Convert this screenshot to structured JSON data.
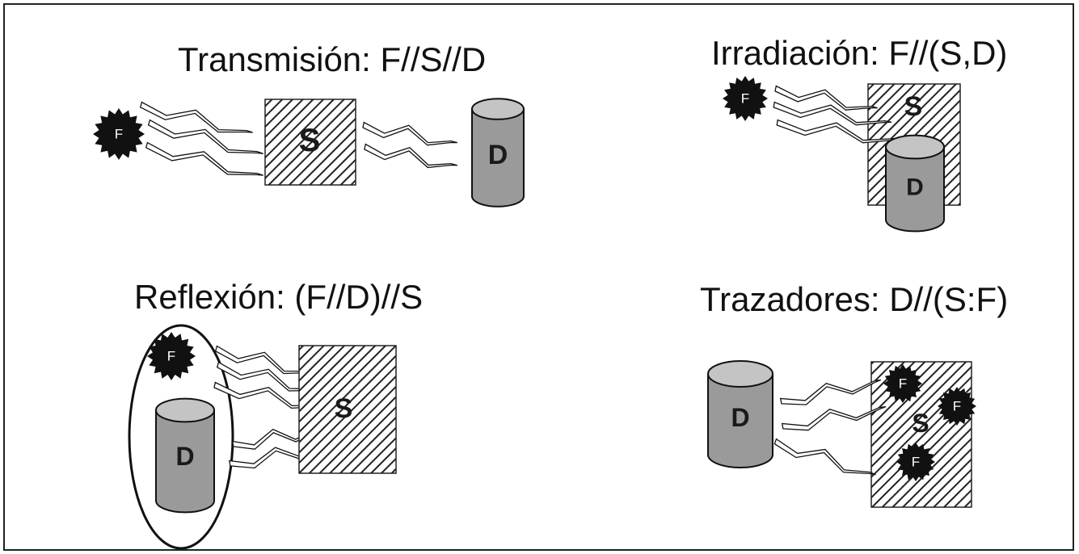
{
  "panels": {
    "transmision": {
      "title": "Transmisión: F//S//D",
      "source": "F",
      "sample": "S",
      "detector": "D"
    },
    "irradiacion": {
      "title": "Irradiación: F//(S,D)",
      "source": "F",
      "sample": "S",
      "detector": "D"
    },
    "reflexion": {
      "title": "Reflexión: (F//D)//S",
      "source": "F",
      "sample": "S",
      "detector": "D"
    },
    "trazadores": {
      "title": "Trazadores: D//(S:F)",
      "source": "F",
      "sample": "S",
      "detector": "D"
    }
  },
  "colors": {
    "source_fill": "#111111",
    "detector_fill": "#9a9a9a",
    "detector_top": "#c4c4c4",
    "hatch": "#222222"
  },
  "icons": [
    "source-star-icon",
    "sample-hatched-box-icon",
    "detector-cylinder-icon",
    "lightning-ray-icon"
  ]
}
